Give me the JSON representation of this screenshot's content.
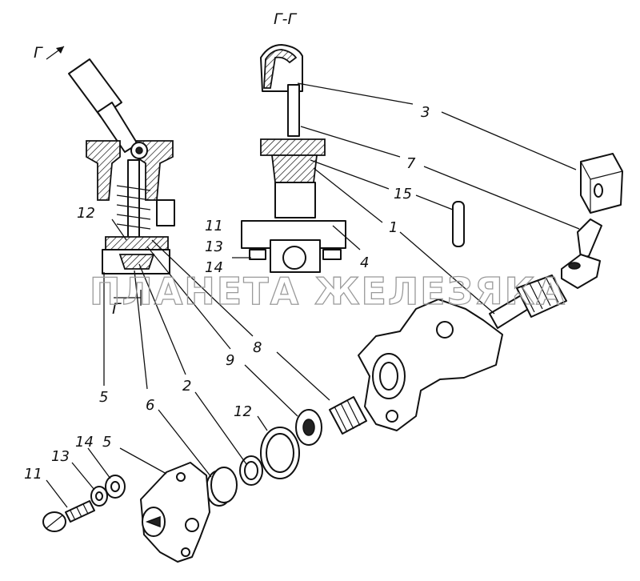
{
  "section_title": "Г-Г",
  "section_marks": [
    "Г",
    "Г"
  ],
  "watermark": "ПЛАНЕТА ЖЕЛЕЗЯКА",
  "labels": [
    "3",
    "7",
    "15",
    "1",
    "4",
    "11",
    "13",
    "14",
    "12",
    "8",
    "9",
    "5",
    "6",
    "2",
    "12",
    "11",
    "13",
    "14",
    "5"
  ],
  "colors": {
    "ink": "#111111",
    "watermark": "#9a9a9a",
    "background": "#ffffff"
  }
}
